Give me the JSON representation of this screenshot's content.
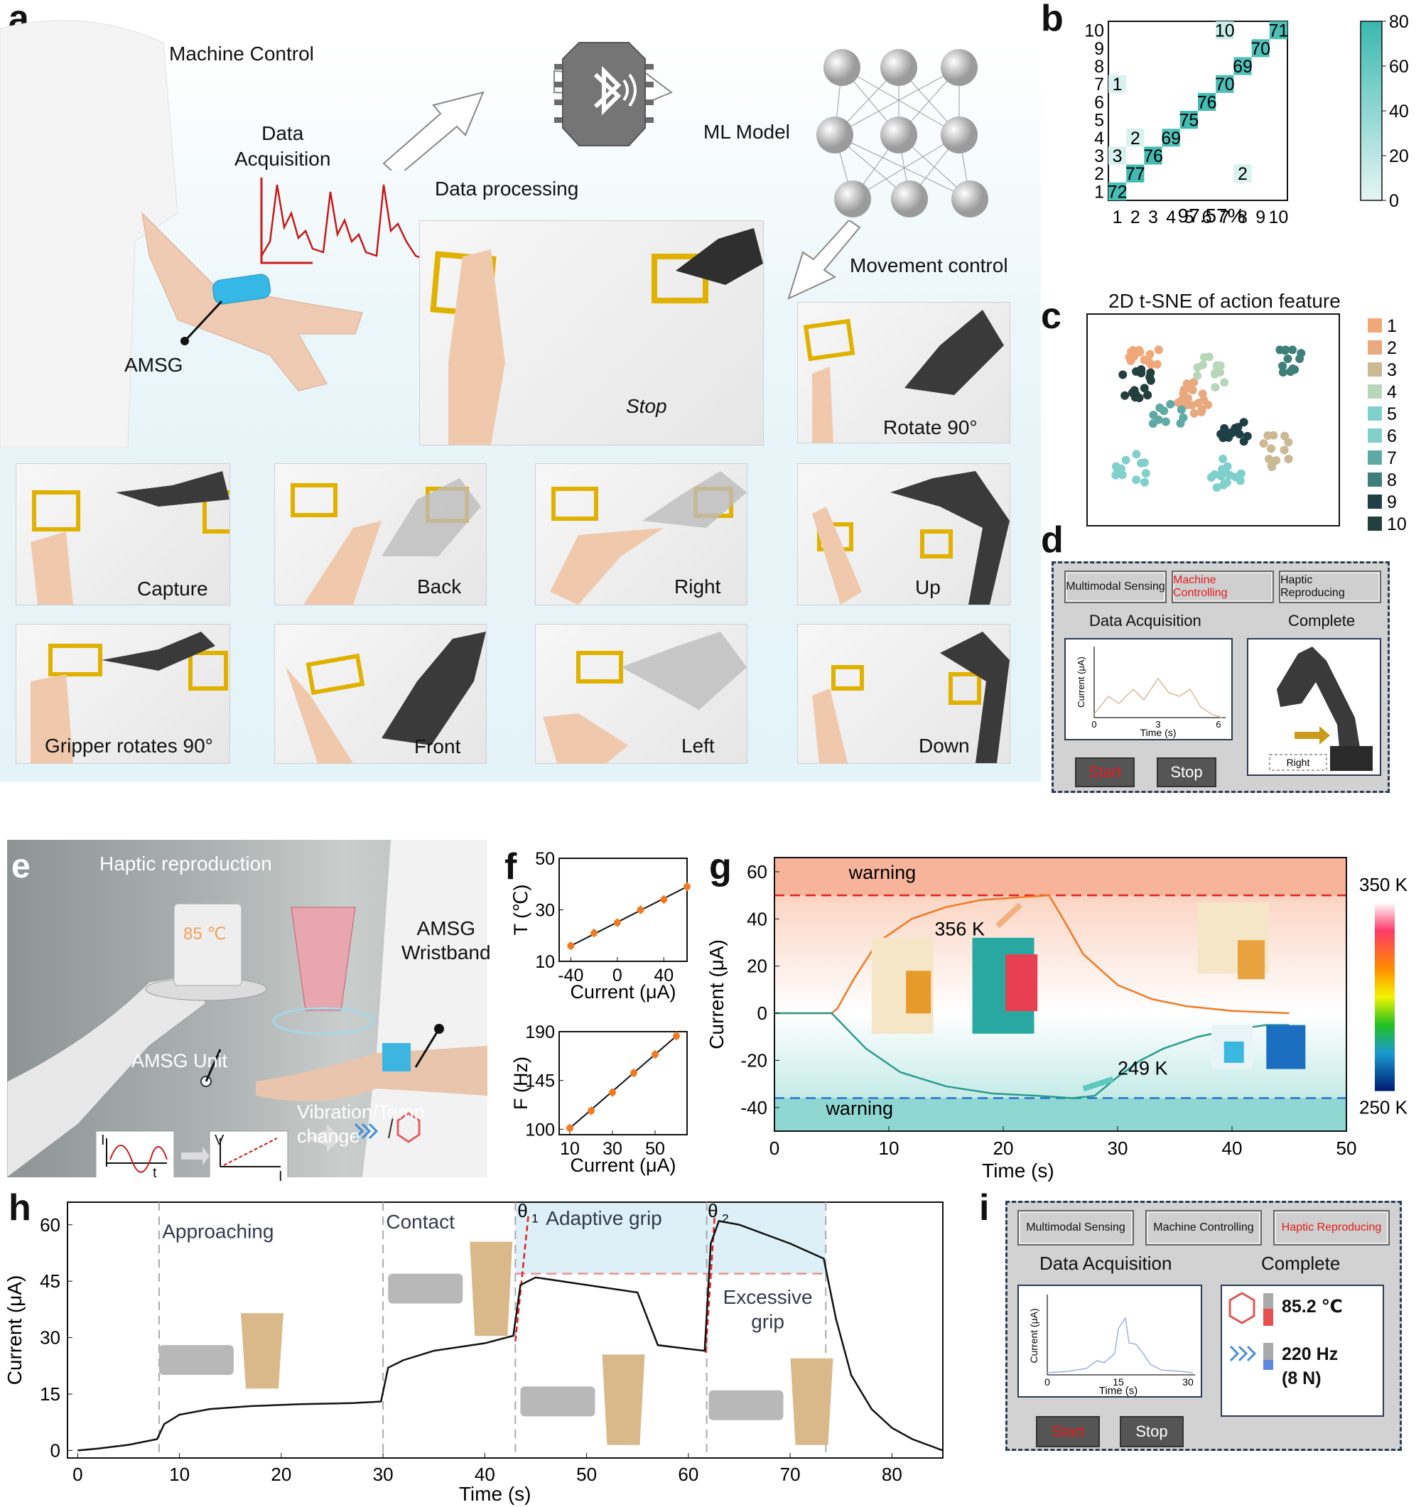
{
  "panel_labels": {
    "a": "a",
    "b": "b",
    "c": "c",
    "d": "d",
    "e": "e",
    "f": "f",
    "g": "g",
    "h": "h",
    "i": "i"
  },
  "panel_a": {
    "machine_control": "Machine Control",
    "data_acquisition": "Data\nAcquisition",
    "data_processing": "Data processing",
    "ml_model": "ML Model",
    "movement_control": "Movement control",
    "amsg": "AMSG",
    "stop": "Stop",
    "rotate": "Rotate 90°",
    "gestures": [
      "Capture",
      "Back",
      "Right",
      "Up",
      "Gripper rotates 90°",
      "Front",
      "Left",
      "Down"
    ]
  },
  "panel_b": {
    "overall_accuracy": "97.57%",
    "colorbar_ticks": [
      "80",
      "60",
      "40",
      "20",
      "0"
    ]
  },
  "panel_c": {
    "title": "2D t-SNE of action feature",
    "legend": [
      "1",
      "2",
      "3",
      "4",
      "5",
      "6",
      "7",
      "8",
      "9",
      "10"
    ]
  },
  "gui_d": {
    "tabs": [
      "Multimodal Sensing",
      "Machine Controlling",
      "Haptic Reproducing"
    ],
    "active_tab": 1,
    "left_title": "Data Acquisition",
    "right_title": "Complete",
    "ylabel": "Current (μA)",
    "xlabel": "Time (s)",
    "xticks": [
      "0",
      "3",
      "6"
    ],
    "direction_label": "Right",
    "start": "Start",
    "stop": "Stop"
  },
  "panel_e": {
    "title": "Haptic reproduction",
    "temp": "85 ℃",
    "wristband": "AMSG\nWristband",
    "unit": "AMSG Unit",
    "change": "Vibration/Temp\nchange",
    "mini_i": "I",
    "mini_t": "t",
    "mini_v": "V",
    "mini_i2": "I"
  },
  "panel_g_text": {
    "warning_top": "warning",
    "warning_bottom": "warning",
    "hot": "356 K",
    "cold": "249 K",
    "cbar_top": "350 K",
    "cbar_bottom": "250 K"
  },
  "panel_h_text": {
    "approaching": "Approaching",
    "contact": "Contact",
    "adaptive": "Adaptive grip",
    "excessive": "Excessive\ngrip",
    "theta1": "θ",
    "theta1_sub": "1",
    "theta2": "θ",
    "theta2_sub": "2"
  },
  "gui_i": {
    "tabs": [
      "Multimodal Sensing",
      "Machine Controlling",
      "Haptic Reproducing"
    ],
    "active_tab": 2,
    "left_title": "Data Acquisition",
    "right_title": "Complete",
    "ylabel": "Current (μA)",
    "xlabel": "Time (s)",
    "xticks": [
      "0",
      "15",
      "30"
    ],
    "temp_value": "85.2 ℃",
    "freq_value": "220 Hz",
    "force_value": "(8 N)",
    "start": "Start",
    "stop": "Stop"
  },
  "chart_data": [
    {
      "id": "b",
      "type": "heatmap",
      "categories": [
        "1",
        "2",
        "3",
        "4",
        "5",
        "6",
        "7",
        "8",
        "9",
        "10"
      ],
      "cells": [
        {
          "true": 1,
          "pred": 1,
          "value": 72
        },
        {
          "true": 2,
          "pred": 2,
          "value": 77
        },
        {
          "true": 3,
          "pred": 1,
          "value": 3
        },
        {
          "true": 3,
          "pred": 3,
          "value": 76
        },
        {
          "true": 4,
          "pred": 2,
          "value": 2
        },
        {
          "true": 4,
          "pred": 4,
          "value": 69
        },
        {
          "true": 5,
          "pred": 5,
          "value": 75
        },
        {
          "true": 6,
          "pred": 6,
          "value": 76
        },
        {
          "true": 7,
          "pred": 1,
          "value": 1
        },
        {
          "true": 7,
          "pred": 7,
          "value": 70
        },
        {
          "true": 8,
          "pred": 8,
          "value": 69
        },
        {
          "true": 9,
          "pred": 9,
          "value": 70
        },
        {
          "true": 10,
          "pred": 10,
          "value": 71
        },
        {
          "true": 10,
          "pred": 7,
          "value": 10
        },
        {
          "true": 2,
          "pred": 8,
          "value": 2
        }
      ],
      "colorbar_range": [
        0,
        80
      ]
    },
    {
      "id": "c",
      "type": "scatter",
      "clusters": [
        {
          "name": "1",
          "color": "#f0a878",
          "center": [
            0.22,
            0.2
          ],
          "n": 14
        },
        {
          "name": "2",
          "color": "#e9a87e",
          "center": [
            0.42,
            0.39
          ],
          "n": 22
        },
        {
          "name": "3",
          "color": "#cbb894",
          "center": [
            0.74,
            0.64
          ],
          "n": 12
        },
        {
          "name": "4",
          "color": "#b8d6b8",
          "center": [
            0.5,
            0.27
          ],
          "n": 12
        },
        {
          "name": "5",
          "color": "#7fd0cc",
          "center": [
            0.55,
            0.75
          ],
          "n": 16
        },
        {
          "name": "6",
          "color": "#82cfcc",
          "center": [
            0.18,
            0.74
          ],
          "n": 12
        },
        {
          "name": "7",
          "color": "#5fa9a5",
          "center": [
            0.33,
            0.5
          ],
          "n": 10
        },
        {
          "name": "8",
          "color": "#3f7f7a",
          "center": [
            0.8,
            0.2
          ],
          "n": 12
        },
        {
          "name": "9",
          "color": "#1f3f46",
          "center": [
            0.58,
            0.55
          ],
          "n": 14
        },
        {
          "name": "10",
          "color": "#23403e",
          "center": [
            0.2,
            0.33
          ],
          "n": 16
        }
      ]
    },
    {
      "id": "f_top",
      "type": "scatter",
      "xlabel": "Current (μA)",
      "ylabel": "T (℃)",
      "xlim": [
        -50,
        60
      ],
      "ylim": [
        10,
        50
      ],
      "xticks": [
        -40,
        0,
        40
      ],
      "yticks": [
        10,
        30,
        50
      ],
      "x": [
        -40,
        -20,
        0,
        20,
        40,
        60
      ],
      "y": [
        16,
        21,
        25,
        30,
        34,
        39
      ]
    },
    {
      "id": "f_bottom",
      "type": "scatter",
      "xlabel": "Current (μA)",
      "ylabel": "F (Hz)",
      "xlim": [
        5,
        65
      ],
      "ylim": [
        95,
        190
      ],
      "xticks": [
        10,
        30,
        50
      ],
      "yticks": [
        100,
        145,
        190
      ],
      "x": [
        10,
        20,
        30,
        40,
        50,
        60
      ],
      "y": [
        101,
        117,
        134,
        152,
        169,
        186
      ]
    },
    {
      "id": "g",
      "type": "line",
      "xlabel": "Time (s)",
      "ylabel": "Current (μA)",
      "xlim": [
        0,
        50
      ],
      "ylim": [
        -50,
        66
      ],
      "xticks": [
        0,
        10,
        20,
        30,
        40,
        50
      ],
      "yticks": [
        -40,
        -20,
        0,
        20,
        40,
        60
      ],
      "thresholds": [
        50,
        -36
      ],
      "series": [
        {
          "color": "#f07a22",
          "x": [
            0,
            5,
            5.5,
            7,
            9,
            12,
            15,
            18,
            21,
            24,
            25,
            27,
            30,
            33,
            36,
            40,
            45
          ],
          "y": [
            0,
            0,
            2,
            15,
            30,
            40,
            45,
            48,
            49,
            50,
            42,
            25,
            12,
            6,
            3,
            1,
            0
          ]
        },
        {
          "color": "#2a9b8e",
          "x": [
            0,
            5,
            6,
            8,
            11,
            15,
            19,
            23,
            26,
            28,
            30,
            32,
            34,
            37,
            40,
            43,
            45
          ],
          "y": [
            0,
            0,
            -5,
            -15,
            -25,
            -31,
            -34,
            -35,
            -36,
            -35,
            -27,
            -20,
            -15,
            -10,
            -7,
            -5,
            -5
          ]
        }
      ]
    },
    {
      "id": "h",
      "type": "line",
      "xlabel": "Time (s)",
      "ylabel": "Current (μA)",
      "xlim": [
        -1,
        85
      ],
      "ylim": [
        -2,
        66
      ],
      "xticks": [
        0,
        10,
        20,
        30,
        40,
        50,
        60,
        70,
        80
      ],
      "yticks": [
        0,
        15,
        30,
        45,
        60
      ],
      "threshold": 47,
      "phase_lines": [
        8,
        30,
        43,
        61.8,
        73.5
      ],
      "series": [
        {
          "color": "#111111",
          "x": [
            0,
            2,
            5,
            7.8,
            8.5,
            10,
            13,
            17,
            22,
            27,
            29.8,
            30.5,
            32,
            35,
            40,
            42.8,
            43.5,
            45,
            50,
            55,
            56,
            57,
            60,
            61.6,
            62.2,
            63,
            65,
            70,
            73.3,
            74.5,
            76,
            78,
            80,
            82,
            84,
            85
          ],
          "y": [
            0,
            0.5,
            1.5,
            3,
            7,
            9.5,
            11,
            11.8,
            12.3,
            12.6,
            13,
            22,
            24,
            26.5,
            28.5,
            30.5,
            44,
            46,
            44,
            42,
            35,
            28,
            27,
            26.5,
            55,
            61,
            60,
            55,
            51,
            35,
            20,
            11,
            6,
            3,
            1,
            0
          ]
        }
      ]
    }
  ]
}
